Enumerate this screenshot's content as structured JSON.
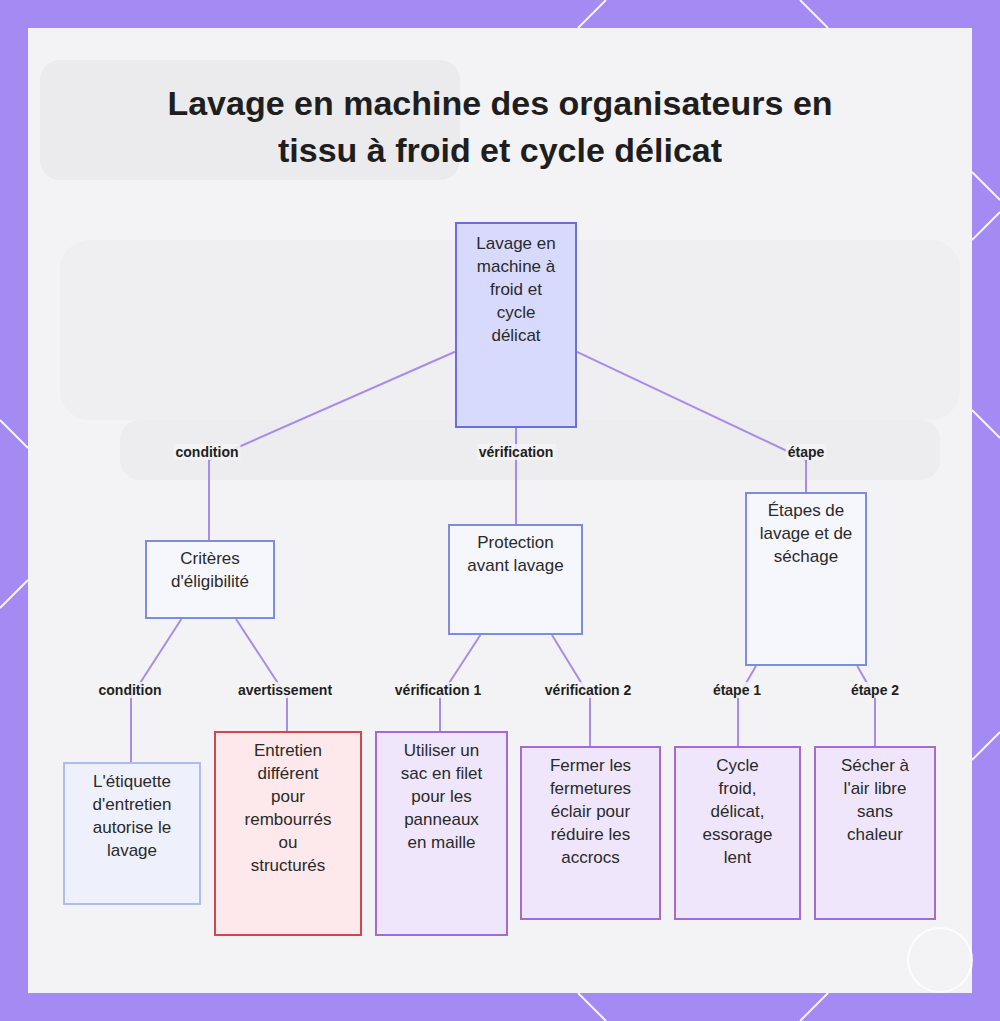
{
  "diagram": {
    "title": "Lavage en machine des organisateurs en tissu à froid et cycle délicat",
    "nodes": [
      {
        "text": [
          "Lavage en machine à froid et cycle délicat"
        ]
      },
      {
        "text": [
          "Critères d'éligibilité"
        ]
      },
      {
        "text": [
          "Protection avant lavage"
        ]
      },
      {
        "text": [
          "Étapes de lavage et de séchage"
        ]
      },
      {
        "text": [
          "L'étiquette d'entretien autorise le lavage"
        ]
      },
      {
        "text": [
          "Entretien différent pour rembourrés ou structurés"
        ]
      },
      {
        "text": [
          "Utiliser un sac en filet pour les panneaux en maille"
        ]
      },
      {
        "text": [
          "Fermer les fermetures éclair pour réduire les accrocs"
        ]
      },
      {
        "text": [
          "Cycle froid, délicat, essorage lent"
        ]
      },
      {
        "text": [
          "Sécher à l'air libre sans chaleur"
        ]
      }
    ],
    "edges": [
      {
        "from": 0,
        "to": 1,
        "label": "condition",
        "arrow": "none"
      },
      {
        "from": 0,
        "to": 2,
        "label": "vérification",
        "arrow": "none"
      },
      {
        "from": 0,
        "to": 3,
        "label": "étape",
        "arrow": "none"
      },
      {
        "from": 1,
        "to": 4,
        "label": "condition",
        "arrow": "none"
      },
      {
        "from": 1,
        "to": 5,
        "label": "avertissement",
        "arrow": "none"
      },
      {
        "from": 2,
        "to": 6,
        "label": "vérification 1",
        "arrow": "none"
      },
      {
        "from": 2,
        "to": 7,
        "label": "vérification 2",
        "arrow": "none"
      },
      {
        "from": 3,
        "to": 8,
        "label": "étape 1",
        "arrow": "none"
      },
      {
        "from": 3,
        "to": 9,
        "label": "étape 2",
        "arrow": "none"
      }
    ]
  }
}
